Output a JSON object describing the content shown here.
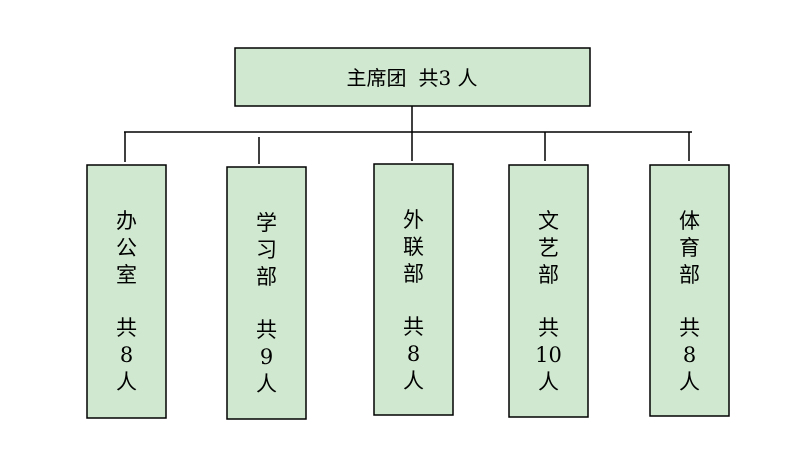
{
  "colors": {
    "box_fill": "#cfe8cf",
    "border": "#000000",
    "text": "#000000"
  },
  "root": {
    "name": "主席团",
    "count_label": "共3 人"
  },
  "departments": [
    {
      "name": "办公室",
      "count_prefix": "共",
      "count": "8",
      "count_suffix": "人"
    },
    {
      "name": "学习部",
      "count_prefix": "共",
      "count": "9",
      "count_suffix": "人"
    },
    {
      "name": "外联部",
      "count_prefix": "共",
      "count": "8",
      "count_suffix": "人"
    },
    {
      "name": "文艺部",
      "count_prefix": "共",
      "count": "10",
      "count_suffix": "人"
    },
    {
      "name": "体育部",
      "count_prefix": "共",
      "count": "8",
      "count_suffix": "人"
    }
  ]
}
